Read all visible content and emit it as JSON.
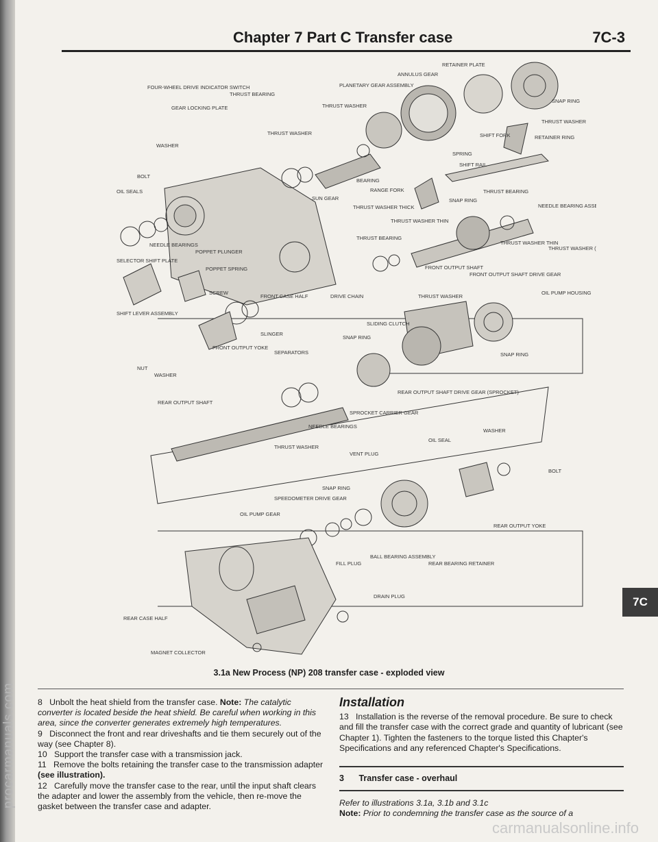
{
  "header": {
    "title": "Chapter 7 Part C  Transfer case",
    "page": "7C-3"
  },
  "watermarks": {
    "side": "procarmanuals.com",
    "bottom": "carmanualsonline.info"
  },
  "section_tab": "7C",
  "figure": {
    "caption": "3.1a New Process (NP) 208 transfer case - exploded view",
    "labels": {
      "retainer_plate": "RETAINER PLATE",
      "annulus_gear": "ANNULUS GEAR",
      "planetary_gear_assembly": "PLANETARY GEAR ASSEMBLY",
      "four_wheel_drive_indicator_switch": "FOUR-WHEEL DRIVE INDICATOR SWITCH",
      "thrust_bearing_top": "THRUST BEARING",
      "gear_locking_plate": "GEAR LOCKING PLATE",
      "thrust_washer_a": "THRUST WASHER",
      "thrust_washer_b": "THRUST WASHER",
      "snap_ring_top": "SNAP RING",
      "thrust_washer_top_right": "THRUST WASHER",
      "washer_left": "WASHER",
      "shift_fork": "SHIFT FORK",
      "retainer_ring": "RETAINER RING",
      "spring": "SPRING",
      "shift_rail": "SHIFT RAIL",
      "bearing": "BEARING",
      "bolt": "BOLT",
      "oil_seals": "OIL SEALS",
      "range_fork": "RANGE FORK",
      "sun_gear": "SUN GEAR",
      "snap_ring_mid": "SNAP RING",
      "thrust_bearing_right": "THRUST BEARING",
      "thrust_washer_thick": "THRUST WASHER THICK",
      "thrust_washer_thin": "THRUST WASHER THIN",
      "needle_bearing_assembly": "NEEDLE BEARING ASSEMBLY",
      "needle_bearings_left": "NEEDLE BEARINGS",
      "thrust_bearing_mid": "THRUST BEARING",
      "thrust_washer_thin_right": "THRUST WASHER THIN",
      "thrust_washer_thick_right": "THRUST WASHER (THICK)",
      "selector_shift_plate": "SELECTOR SHIFT PLATE",
      "poppet_plunger": "POPPET PLUNGER",
      "poppet_spring": "POPPET SPRING",
      "front_output_shaft": "FRONT OUTPUT SHAFT",
      "front_output_shaft_drive_gear": "FRONT OUTPUT SHAFT DRIVE GEAR",
      "screw": "SCREW",
      "front_case_half": "FRONT CASE HALF",
      "drive_chain": "DRIVE CHAIN",
      "thrust_washer_chain": "THRUST WASHER",
      "oil_pump_housing": "OIL PUMP HOUSING",
      "shift_lever_assembly": "SHIFT LEVER ASSEMBLY",
      "slinger": "SLINGER",
      "sliding_clutch": "SLIDING CLUTCH",
      "snap_ring_clutch": "SNAP RING",
      "front_output_yoke": "FRONT OUTPUT YOKE",
      "separators": "SEPARATORS",
      "snap_ring_right": "SNAP RING",
      "nut": "NUT",
      "washer_nut": "WASHER",
      "rear_output_shaft_drive_gear": "REAR OUTPUT SHAFT DRIVE GEAR (SPROCKET)",
      "rear_output_shaft": "REAR OUTPUT SHAFT",
      "sprocket_carrier_gear": "SPROCKET CARRIER GEAR",
      "needle_bearings_lower": "NEEDLE BEARINGS",
      "washer_lower": "WASHER",
      "oil_seal": "OIL SEAL",
      "thrust_washer_lower": "THRUST WASHER",
      "vent_plug": "VENT PLUG",
      "bolt_lower": "BOLT",
      "snap_ring_lower": "SNAP RING",
      "speedometer_drive_gear": "SPEEDOMETER DRIVE GEAR",
      "oil_pump_gear": "OIL PUMP GEAR",
      "rear_output_yoke": "REAR OUTPUT YOKE",
      "fill_plug": "FILL PLUG",
      "ball_bearing_assembly": "BALL BEARING ASSEMBLY",
      "rear_bearing_retainer": "REAR BEARING RETAINER",
      "drain_plug": "DRAIN PLUG",
      "rear_case_half": "REAR CASE HALF",
      "magnet_collector": "MAGNET COLLECTOR"
    }
  },
  "left_column": {
    "p8_num": "8",
    "p8_text": "Unbolt the heat shield from the transfer case.",
    "p8_note_label": "Note:",
    "p8_note": "The catalytic converter is located beside the heat shield. Be careful when working in this area, since the converter generates extremely high temperatures.",
    "p9_num": "9",
    "p9_text": "Disconnect the front and rear driveshafts and tie them securely out of the way (see Chapter 8).",
    "p10_num": "10",
    "p10_text": "Support the transfer case with a transmission jack.",
    "p11_num": "11",
    "p11_text": "Remove the bolts retaining the transfer case to the transmission adapter",
    "p11_ref": "(see illustration).",
    "p12_num": "12",
    "p12_text": "Carefully move the transfer case to the rear, until the input shaft clears the adapter and lower the assembly from the vehicle, then re-move the gasket between the transfer case and adapter."
  },
  "right_column": {
    "heading": "Installation",
    "p13_num": "13",
    "p13_text": "Installation is the reverse of the removal procedure. Be sure to check and fill the transfer case with the correct grade and quantity of lubricant (see Chapter 1). Tighten the fasteners to the torque listed this Chapter's Specifications and any referenced Chapter's Specifications.",
    "section_num": "3",
    "section_title": "Transfer case - overhaul",
    "refer": "Refer to illustrations 3.1a, 3.1b and 3.1c",
    "note_label": "Note:",
    "note_text": "Prior to condemning the transfer case as the source of a"
  }
}
